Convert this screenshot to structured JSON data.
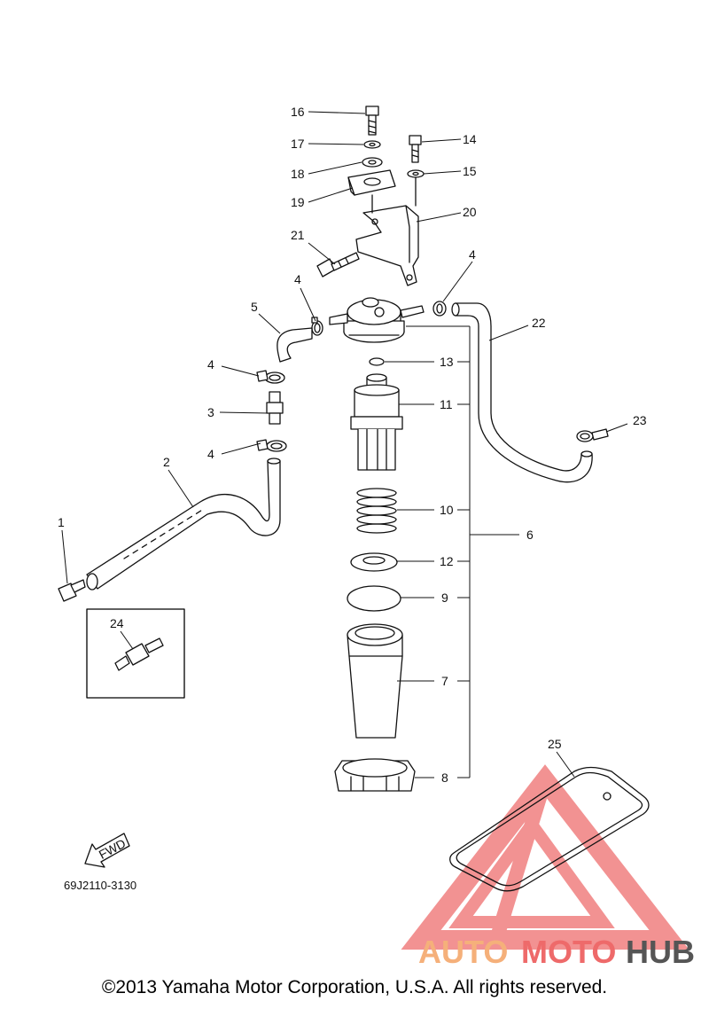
{
  "part_labels": [
    "1",
    "2",
    "3",
    "4",
    "4",
    "4",
    "4",
    "5",
    "6",
    "7",
    "8",
    "9",
    "10",
    "11",
    "12",
    "13",
    "14",
    "15",
    "16",
    "17",
    "18",
    "19",
    "20",
    "21",
    "22",
    "23",
    "24",
    "25"
  ],
  "diagram_code": "69J2110-3130",
  "fwd_label": "FWD",
  "watermark": {
    "part1": "AUTO",
    "part2": "MOTO",
    "part3": "HUB",
    "color1": "#f5b07a",
    "color2": "#ee6a6a",
    "color3": "#555555",
    "triangle_color": "#f08080"
  },
  "copyright": "©2013 Yamaha Motor Corporation, U.S.A. All rights reserved."
}
